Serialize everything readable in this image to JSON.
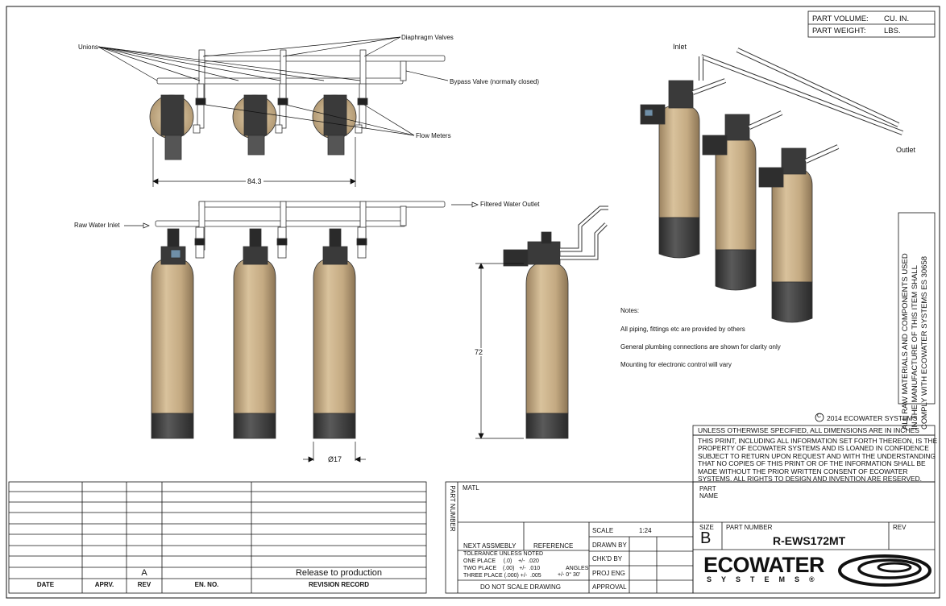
{
  "part_info": {
    "volume_label": "PART VOLUME:",
    "volume_unit": "CU. IN.",
    "weight_label": "PART WEIGHT:",
    "weight_unit": "LBS."
  },
  "callouts": {
    "unions": "Unions",
    "diaphragm_valves": "Diaphragm Valves",
    "bypass_valve": "Bypass Valve (normally closed)",
    "flow_meters": "Flow Meters",
    "width_dim": "84.3",
    "raw_water_inlet": "Raw Water Inlet",
    "filtered_water_outlet": "Filtered Water Outlet",
    "height_dim": "72",
    "diameter_dim": "Ø17",
    "inlet": "Inlet",
    "outlet": "Outlet"
  },
  "notes": {
    "title": "Notes:",
    "items": [
      "All piping, fittings etc are provided by others",
      "General plumbing connections are shown for clarity only",
      "Mounting for electronic control will vary"
    ]
  },
  "compliance": [
    "ALL RAW MATERIALS AND COMPONENTS USED",
    "IN THE MANUFACTURE OF THIS ITEM SHALL",
    "COMPLY WITH ECOWATER SYSTEMS ES 30658"
  ],
  "copyright": "2014 ECOWATER SYSTEMS",
  "title_block": {
    "dimensions_note": "UNLESS OTHERWISE SPECIFIED, ALL DIMENSIONS ARE IN INCHES",
    "confidential": [
      "THIS PRINT, INCLUDING ALL INFORMATION SET FORTH THEREON, IS THE",
      "PROPERTY OF ECOWATER SYSTEMS AND IS LOANED IN CONFIDENCE",
      "SUBJECT TO RETURN UPON REQUEST AND WITH THE UNDERSTANDING",
      "THAT NO COPIES OF THIS PRINT OR OF THE INFORMATION SHALL BE",
      "MADE WITHOUT THE PRIOR WRITTEN CONSENT OF ECOWATER",
      "SYSTEMS. ALL RIGHTS TO DESIGN AND INVENTION ARE RESERVED."
    ],
    "part_number_vertical": "PART NUMBER",
    "matl": "MATL",
    "part_name_label": "PART\nNAME",
    "scale_label": "SCALE",
    "scale_value": "1:24",
    "next_assembly": "NEXT ASSMEBLY",
    "reference": "REFERENCE",
    "drawn_by": "DRAWN BY",
    "tolerance_title": "TOLERANCE UNLESS NOTED",
    "tol_one": "ONE PLACE     (.0)    +/-  .020",
    "tol_two": "TWO PLACE    (.00)   +/-  .010",
    "tol_three": "THREE PLACE (.000) +/-  .005",
    "angles": "ANGLES",
    "angles_value": "+/- 0° 30'",
    "chkd_by": "CHK'D BY",
    "proj_eng": "PROJ ENG",
    "approval": "APPROVAL",
    "do_not_scale": "DO NOT SCALE DRAWING",
    "size_label": "SIZE",
    "size_value": "B",
    "part_number_label": "PART NUMBER",
    "part_number_value": "R-EWS172MT",
    "rev_label": "REV",
    "logo_main": "ECOWATER",
    "logo_sub": "SYSTEMS®"
  },
  "revision_block": {
    "headers": [
      "DATE",
      "APRV.",
      "REV",
      "EN. NO.",
      "REVISION RECORD"
    ],
    "rows": [
      {
        "date": "",
        "aprv": "",
        "rev": "A",
        "en": "",
        "record": "Release to production"
      }
    ]
  },
  "colors": {
    "tank": "#c9b08a",
    "tank_base": "#4a4a4a",
    "valve": "#3a3a3a",
    "line": "#111111"
  }
}
